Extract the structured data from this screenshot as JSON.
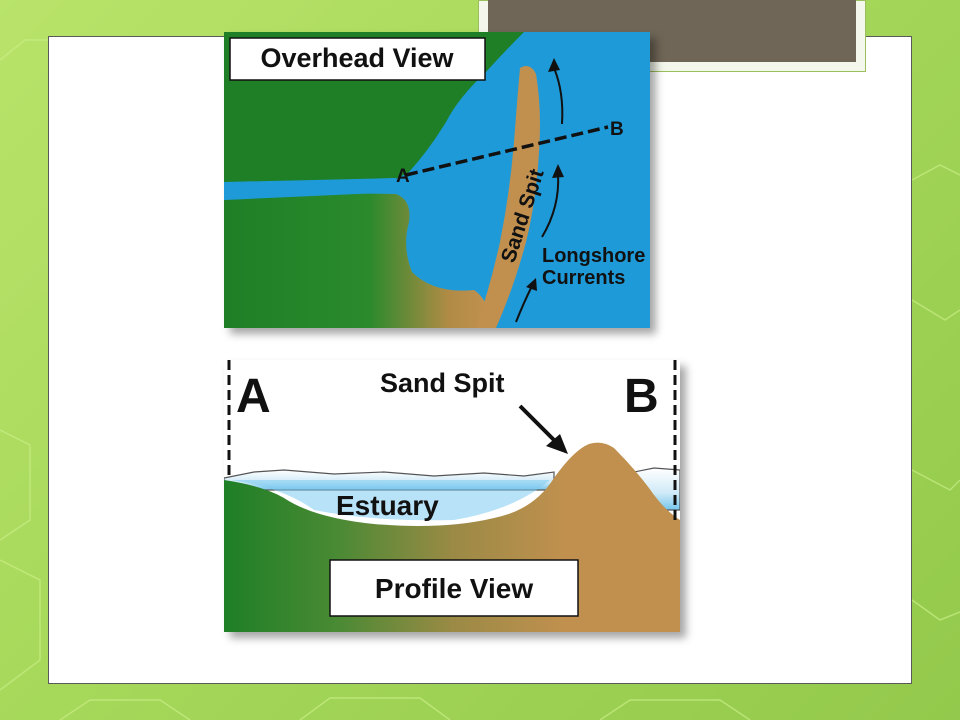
{
  "overhead": {
    "title": "Overhead View",
    "point_a": "A",
    "point_b": "B",
    "spit_label": "Sand Spit",
    "currents_line1": "Longshore",
    "currents_line2": "Currents"
  },
  "profile": {
    "title": "Profile View",
    "point_a": "A",
    "point_b": "B",
    "spit_label": "Sand Spit",
    "estuary_label": "Estuary"
  },
  "colors": {
    "water": "#1f9ad9",
    "land": "#1e7f26",
    "sand": "#c1904f",
    "background_green": "#a6d85a",
    "title_box": "#6f6657"
  }
}
